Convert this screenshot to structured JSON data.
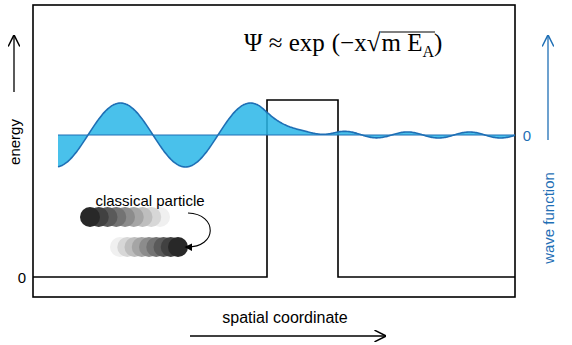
{
  "diagram": {
    "labels": [
      "Ψ ≈ exp",
      "(−x",
      "√",
      "m E",
      "A",
      ")",
      "energy",
      "0",
      "wave function",
      "0",
      "classical particle",
      "spatial coordinate"
    ]
  }
}
